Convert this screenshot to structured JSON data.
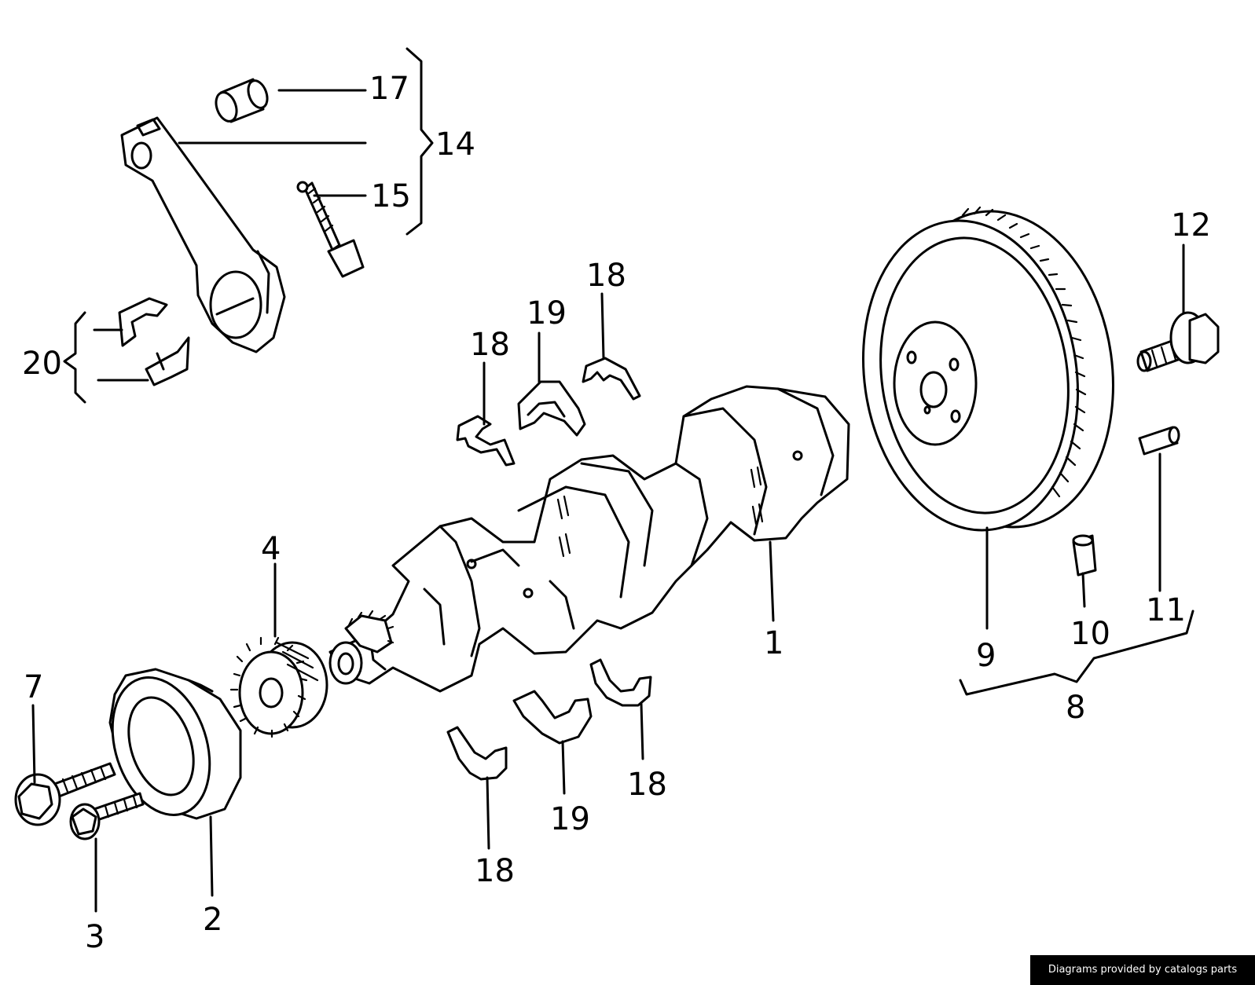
{
  "labels": {
    "l1": "1",
    "l2": "2",
    "l3": "3",
    "l4": "4",
    "l7": "7",
    "l8": "8",
    "l9": "9",
    "l10": "10",
    "l11": "11",
    "l12": "12",
    "l14": "14",
    "l15": "15",
    "l17": "17",
    "l18a": "18",
    "l18b": "18",
    "l18c": "18",
    "l18d": "18",
    "l19a": "19",
    "l19b": "19",
    "l20": "20"
  },
  "footer": {
    "credit": "Diagrams provided by catalogs parts"
  }
}
